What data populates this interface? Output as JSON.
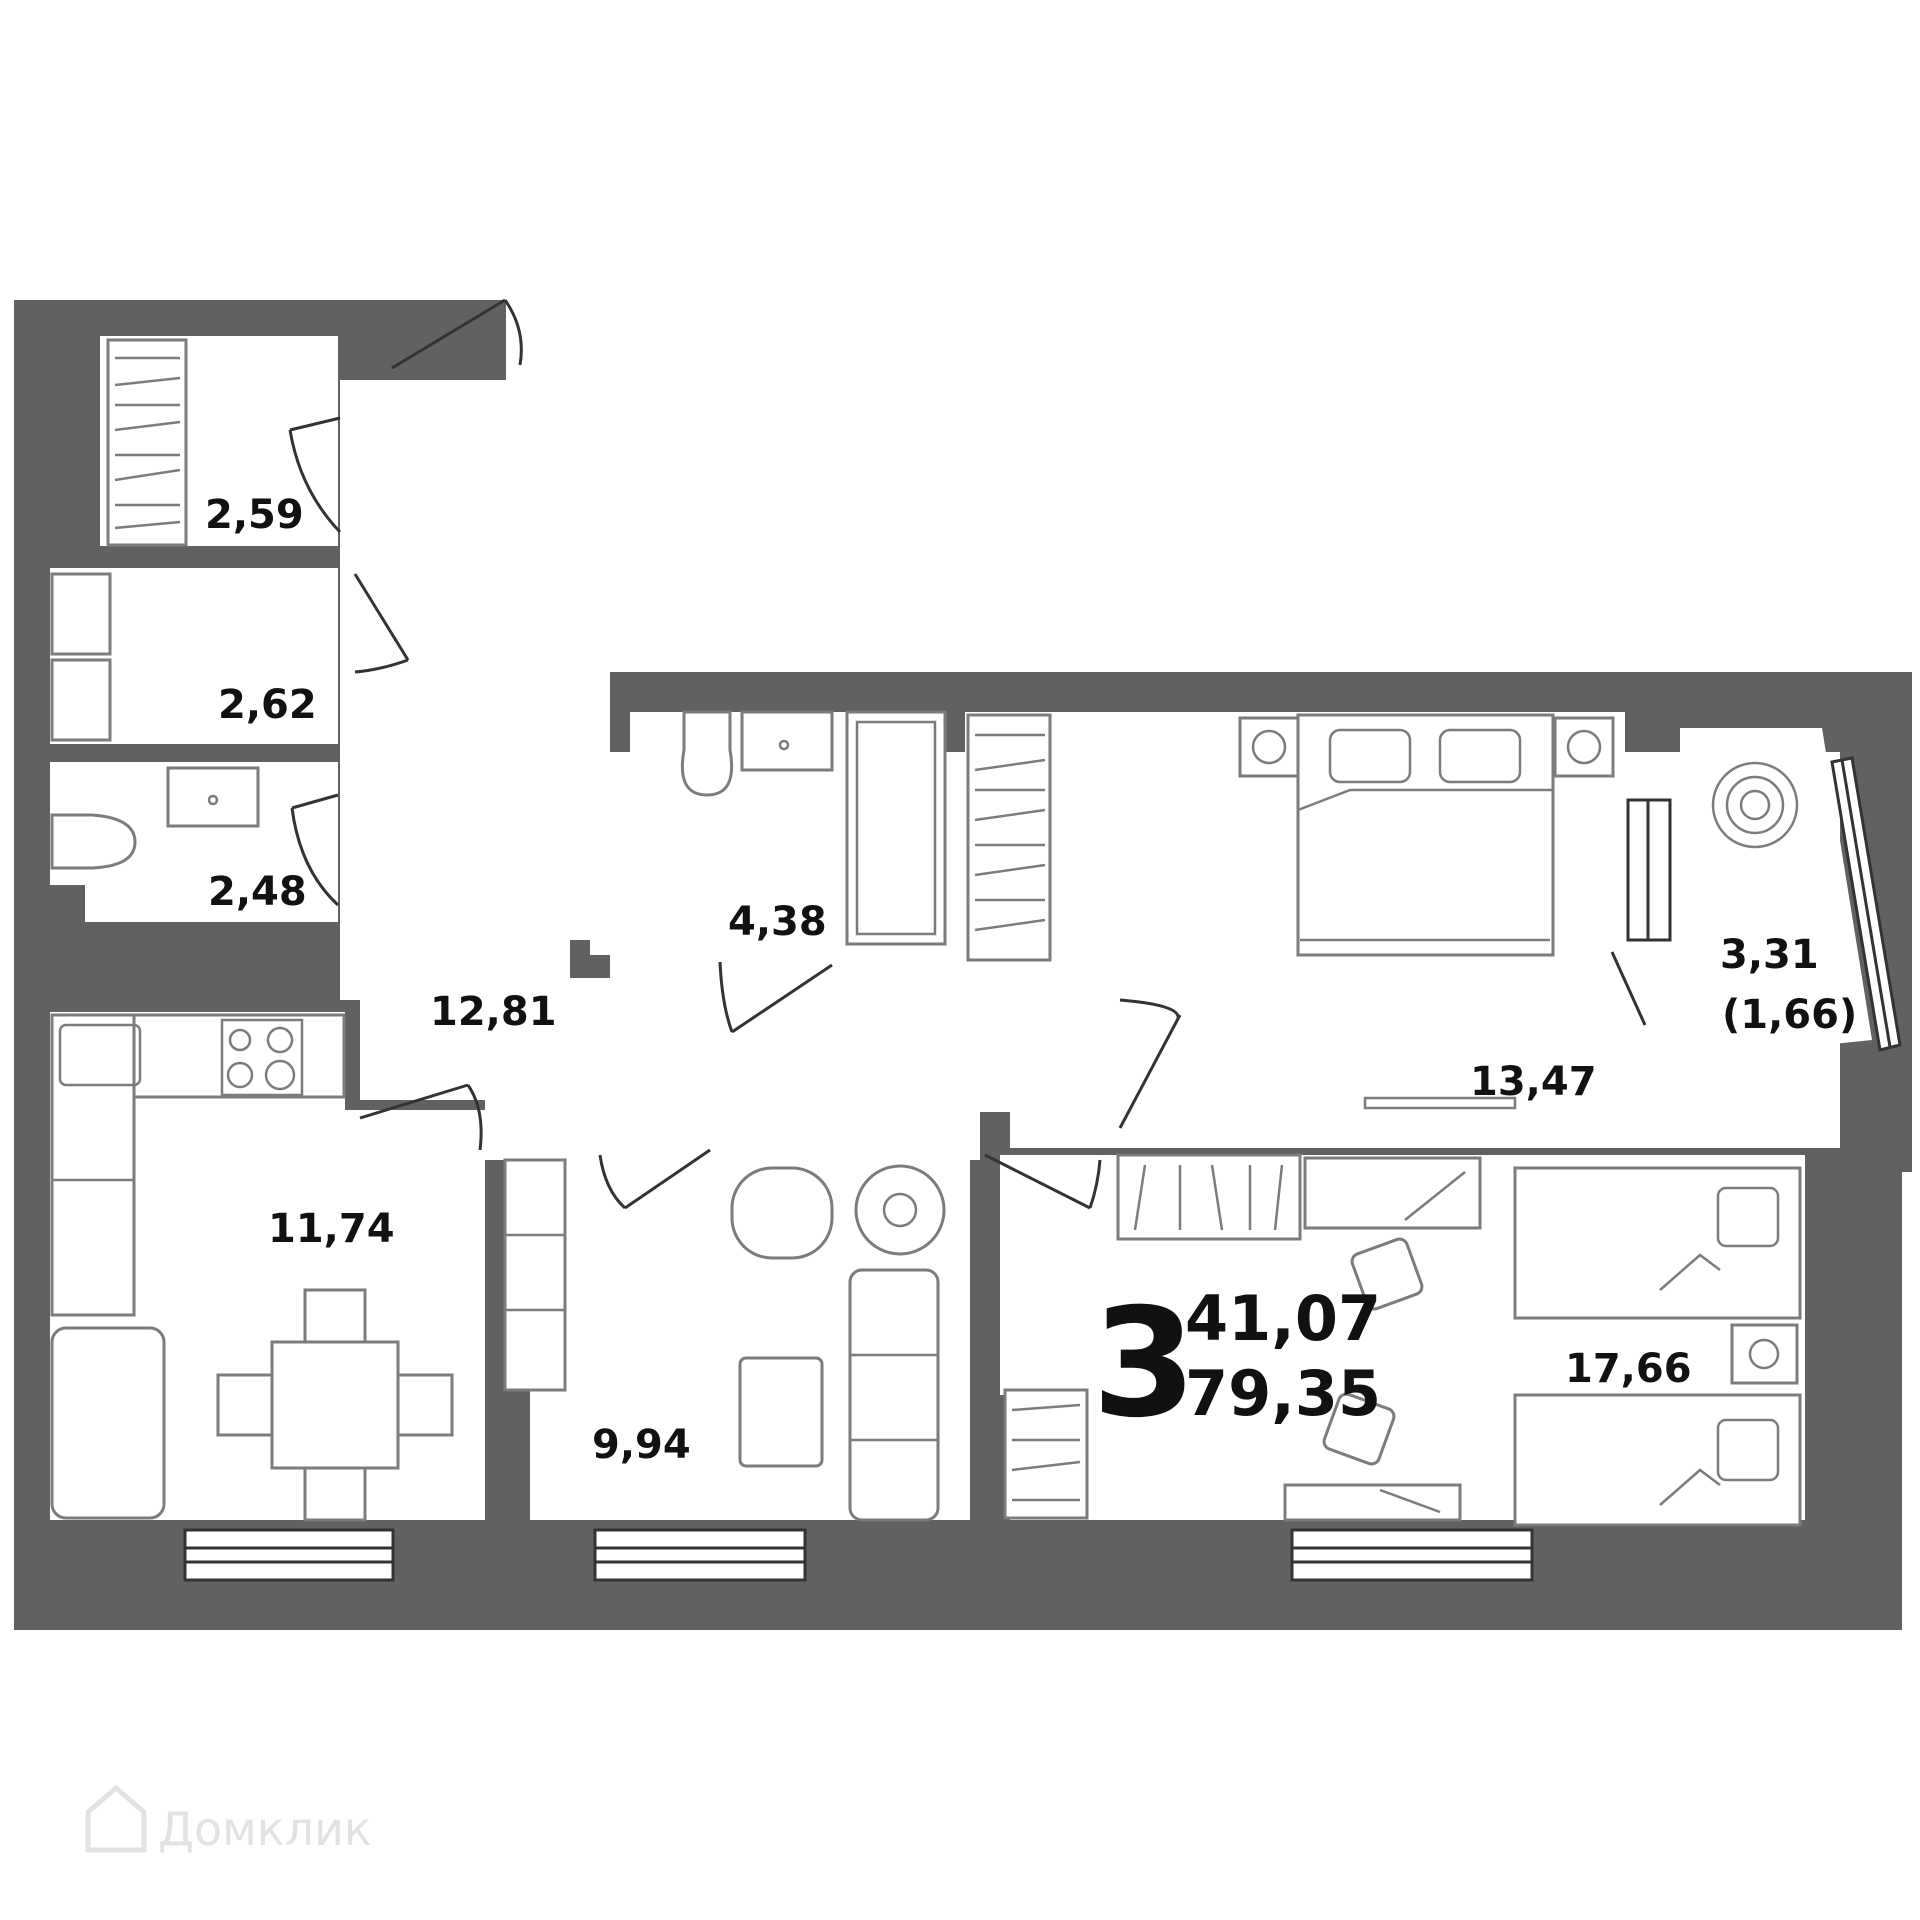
{
  "plan": {
    "rooms_count": "3",
    "living_area": "41,07",
    "total_area": "79,35",
    "rooms": [
      {
        "name": "storage-room-1",
        "area": "2,59"
      },
      {
        "name": "storage-room-2",
        "area": "2,62"
      },
      {
        "name": "toilet",
        "area": "2,48"
      },
      {
        "name": "hallway",
        "area": "12,81"
      },
      {
        "name": "bathroom",
        "area": "4,38"
      },
      {
        "name": "bedroom",
        "area": "13,47"
      },
      {
        "name": "balcony",
        "area": "3,31",
        "area_reduced": "(1,66)"
      },
      {
        "name": "kitchen",
        "area": "11,74"
      },
      {
        "name": "living-room",
        "area": "9,94"
      },
      {
        "name": "kids-room",
        "area": "17,66"
      }
    ]
  },
  "watermark": {
    "text": "Домклик",
    "icon": "house-logo-icon"
  },
  "colors": {
    "wall": "#5f6163",
    "furniture": "#7a7c7e",
    "label": "#111111"
  }
}
